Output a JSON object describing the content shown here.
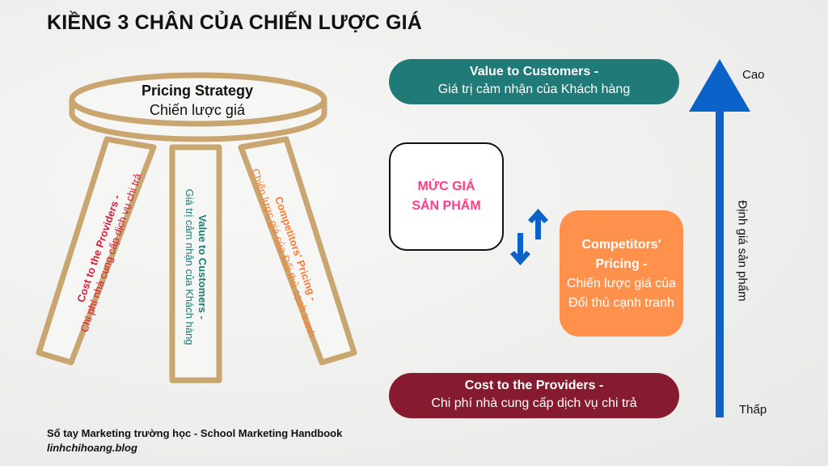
{
  "title": "KIỀNG 3 CHÂN CỦA CHIẾN LƯỢC GIÁ",
  "stool": {
    "seat_title": "Pricing Strategy",
    "seat_subtitle": "Chiến lược giá",
    "left_leg": {
      "bold": "Cost to the Providers -",
      "normal": "Chi phí nhà cung cấp dịch vụ chi trả"
    },
    "middle_leg": {
      "bold": "Value to Customers -",
      "normal": "Giá trị cảm nhận của Khách hàng"
    },
    "right_leg": {
      "bold": "Competitors' Pricing -",
      "normal": "Chiến lược giá của Đối thủ cạnh tranh"
    }
  },
  "value_box": {
    "bold": "Value to Customers -",
    "normal": "Giá trị cảm nhận của Khách hàng"
  },
  "price_box": {
    "line1": "MỨC GIÁ",
    "line2": "SẢN PHẨM"
  },
  "competitor_box": {
    "bold1": "Competitors'",
    "bold2": "Pricing -",
    "normal1": "Chiến lược giá của",
    "normal2": "Đối thủ cạnh tranh"
  },
  "cost_box": {
    "bold": "Cost to the Providers -",
    "normal": "Chi phí nhà cung cấp dịch vụ chi trả"
  },
  "axis": {
    "high": "Cao",
    "low": "Thấp",
    "label": "Định giá sản phẩm"
  },
  "footer": {
    "line1": "Sổ tay Marketing trường học - School Marketing Handbook",
    "line2": "linhchihoang.blog"
  },
  "colors": {
    "teal": "#1f7a78",
    "maroon": "#861b30",
    "orange": "#ff914d",
    "pink": "#ff3d84",
    "blue": "#0b62c9",
    "wood": "#c9a570"
  }
}
